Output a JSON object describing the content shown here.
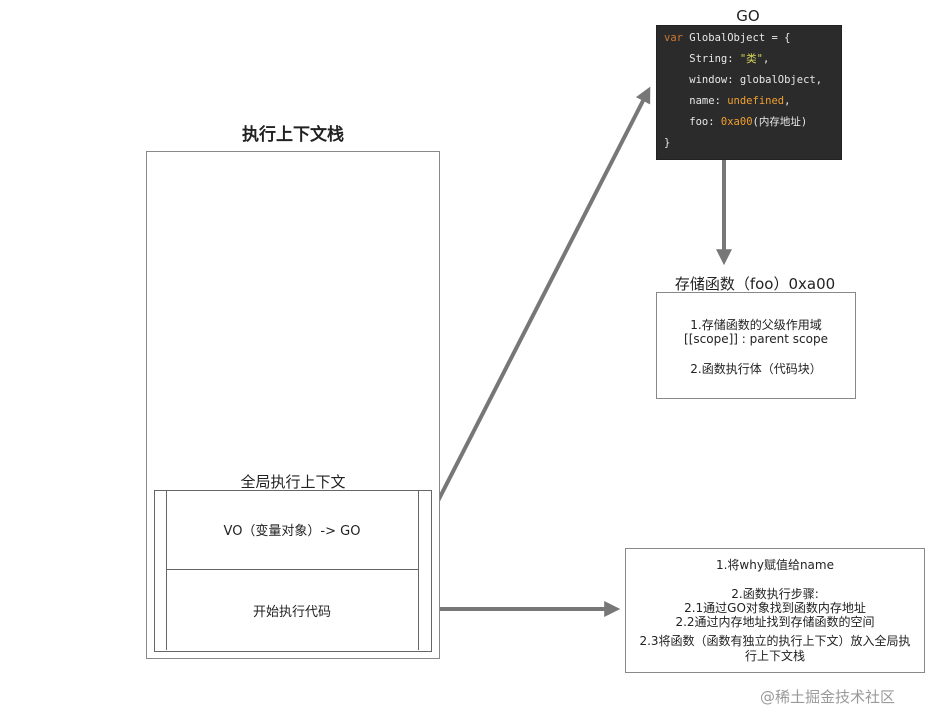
{
  "stack": {
    "title": "执行上下文栈",
    "global_label": "全局执行上下文",
    "vo_text": "VO（变量对象）-> GO",
    "exec_text": "开始执行代码"
  },
  "go": {
    "label": "GO",
    "code": {
      "l1_kw": "var",
      "l1_rest": " GlobalObject = {",
      "l2_key": "    String: ",
      "l2_val": "\"类\"",
      "l2_end": ",",
      "l3": "    window: globalObject,",
      "l4_key": "    name: ",
      "l4_val": "undefined",
      "l4_end": ",",
      "l5_key": "    foo: ",
      "l5_val": "0xa00",
      "l5_end": "(内存地址)",
      "l6": "}"
    }
  },
  "storage": {
    "label": "存储函数（foo）0xa00",
    "line1": "1.存储函数的父级作用域",
    "line2": "[[scope]] : parent scope",
    "line3": "2.函数执行体（代码块）"
  },
  "notes": {
    "line1": "1.将why赋值给name",
    "line2": "2.函数执行步骤:",
    "line3": "2.1通过GO对象找到函数内存地址",
    "line4": "2.2通过内存地址找到存储函数的空间",
    "line5": "2.3将函数（函数有独立的执行上下文）放入全局执",
    "line6": "行上下文栈"
  },
  "watermark": "@稀土掘金技术社区",
  "colors": {
    "arrow": "#777777",
    "code_bg": "#2b2b2b",
    "highlight": "#f0a030"
  }
}
